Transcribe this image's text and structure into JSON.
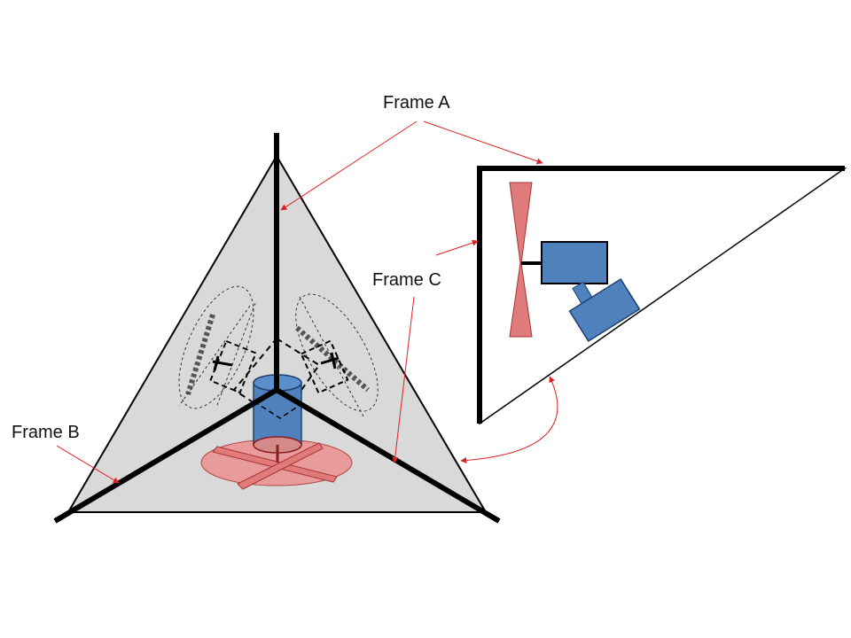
{
  "labels": {
    "frame_a": "Frame A",
    "frame_b": "Frame B",
    "frame_c": "Frame C"
  },
  "colors": {
    "panel_fill": "#d9d9d9",
    "frame_stroke": "#000000",
    "motor_fill": "#4f81bd",
    "motor_stroke": "#1f3f6e",
    "propeller_fill": "#e07b7b",
    "propeller_disc_fill": "#e99a9a",
    "callout_arrow": "#e02020"
  }
}
